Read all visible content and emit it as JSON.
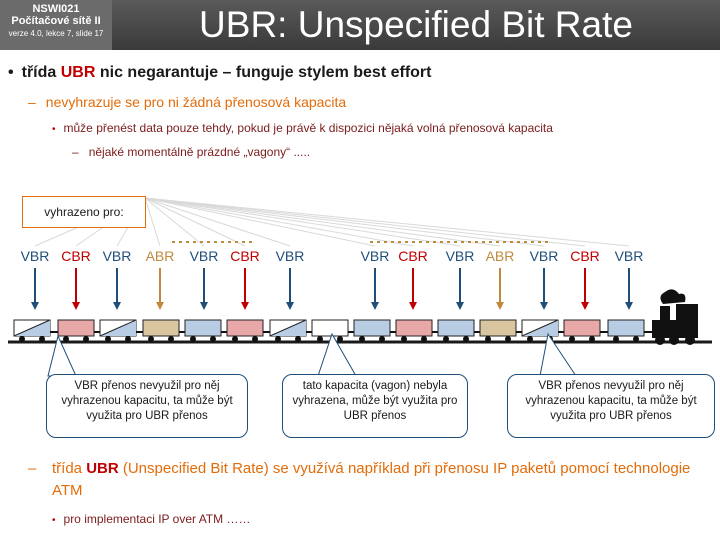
{
  "header": {
    "course_code": "NSWI021",
    "course_name": "Počítačové sítě II",
    "version_line": "verze 4.0, lekce 7, slide 17",
    "title": "UBR: Unspecified Bit Rate"
  },
  "bullets": {
    "b1_pre": "třída ",
    "b1_red": "UBR",
    "b1_post": " nic negarantuje – funguje stylem best effort",
    "b2": "nevyhrazuje se pro ni žádná přenosová kapacita",
    "b3": "může přenést data pouze tehdy, pokud je právě k dispozici nějaká volná přenosová kapacita",
    "b4": "nějaké momentálně prázdné „vagony“ .....",
    "b5_pre": "třída ",
    "b5_red": "UBR",
    "b5_post": " (Unspecified Bit Rate) se využívá například při přenosu IP paketů pomocí technologie ATM",
    "b6": "pro implementaci IP over ATM ……"
  },
  "diagram": {
    "reserved_label": "vyhrazeno pro:",
    "labels": [
      {
        "text": "VBR",
        "cls": "vbr"
      },
      {
        "text": "CBR",
        "cls": "cbr"
      },
      {
        "text": "VBR",
        "cls": "vbr"
      },
      {
        "text": "ABR",
        "cls": "abr"
      },
      {
        "text": "VBR",
        "cls": "vbr"
      },
      {
        "text": "CBR",
        "cls": "cbr"
      },
      {
        "text": "VBR",
        "cls": "vbr"
      },
      {
        "text": "VBR",
        "cls": "vbr"
      },
      {
        "text": "CBR",
        "cls": "cbr"
      },
      {
        "text": "VBR",
        "cls": "vbr"
      },
      {
        "text": "ABR",
        "cls": "abr"
      },
      {
        "text": "VBR",
        "cls": "vbr"
      },
      {
        "text": "CBR",
        "cls": "cbr"
      },
      {
        "text": "VBR",
        "cls": "vbr"
      }
    ],
    "callouts": [
      "VBR přenos nevyužil pro něj vyhrazenou kapacitu, ta může být využita pro UBR přenos",
      "tato kapacita (vagon) nebyla vyhrazena, může být využita pro UBR přenos",
      "VBR přenos nevyužil pro něj vyhrazenou kapacitu, ta může být využita pro UBR přenos"
    ],
    "colors": {
      "vbr": "#1f4e79",
      "cbr": "#c00000",
      "abr": "#c08a3e",
      "orange": "#e36c0a"
    }
  }
}
